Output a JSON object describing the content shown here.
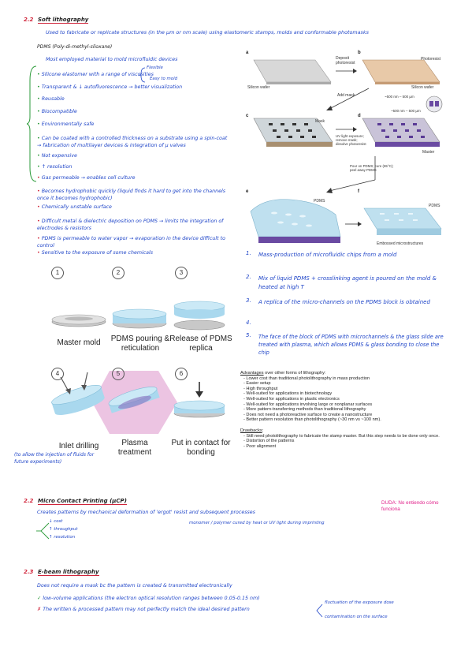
{
  "sec22a": {
    "num": "2.2",
    "title": "Soft lithography",
    "intro": "Used to fabricate or replicate structures (in the µm or nm scale) using elastomeric stamps, molds and conformable photomasks"
  },
  "pdms": {
    "heading": "PDMS (Poly-di-methyl-siloxane)",
    "lead": "Most employed material to mold microfluidic devices",
    "items": [
      "Silicone elastomer with a range of viscosities",
      "Transparent & ↓ autofluorescence → better visualization",
      "Reusable",
      "Biocompatible",
      "Environmentally safe",
      "Can be coated with a controlled thickness on a substrate using a spin-coat → fabrication of multilayer devices & integration of µ valves",
      "Not expensive",
      "↑ resolution"
    ],
    "side_notes": [
      "Flexible",
      "Easy to mold"
    ],
    "cons": [
      "Gas permeable → enables cell culture",
      "Becomes hydrophobic quickly (liquid finds it hard to get into the channels once it becomes hydrophobic)",
      "Chemically unstable surface",
      "Difficult metal & dielectric deposition on PDMS → limits the integration of electrodes & resistors",
      "PDMS is permeable to water vapor → evaporation in the device difficult to control",
      "Sensitive to the exposure of some chemicals"
    ]
  },
  "figure": {
    "silicon_wafer": "Silicon wafer",
    "deposit": "Deposit photoresist",
    "photoresist": "Photoresist",
    "silicon_wafer2": "Silicon wafer",
    "add_mask": "Add mask",
    "dim1": "~500 nm – 500 µm",
    "dim2": "~500 nm – 500 µm",
    "mask": "Mask",
    "uv": "UV light exposure; remove mask; dissolve photoresist",
    "master": "Master",
    "pour": "Pour on PDMS; cure (65°C); peel away PDMS",
    "pdms": "PDMS",
    "pdms2": "PDMS",
    "embossed": "Embossed microstructures",
    "letters": [
      "a",
      "b",
      "c",
      "d",
      "e",
      "f"
    ]
  },
  "steps": [
    {
      "n": "1.",
      "text": "Mass-production of microfluidic chips from a mold"
    },
    {
      "n": "2.",
      "text": "Mix of liquid PDMS + crosslinking agent is poured on the mold & heated at high T"
    },
    {
      "n": "3.",
      "text": "A replica of the micro-channels on the PDMS block is obtained"
    },
    {
      "n": "4.",
      "text": ""
    },
    {
      "n": "5.",
      "text": "The face of the block of PDMS with microchannels & the glass slide are treated with plasma, which allows PDMS & glass bonding to close the chip"
    }
  ],
  "process": {
    "nums": [
      "1",
      "2",
      "3",
      "4",
      "5",
      "6"
    ],
    "labels": [
      "Master mold",
      "PDMS pouring & reticulation",
      "Release of PDMS replica",
      "Inlet drilling",
      "Plasma treatment",
      "Put in contact for bonding"
    ],
    "drill_note": "(to allow the injection of fluids for future experiments)"
  },
  "advantages": {
    "title": "Advantages",
    "title_rest": " over other forms of lithography:",
    "items": [
      "Lower cost than traditional photolithography in mass production",
      "Easier setup",
      "High throughput",
      "Well-suited for applications in biotechnology",
      "Well-suited for applications in plastic electronics",
      "Well-suited for applications involving large or nonplanar surfaces",
      "More pattern-transferring methods than traditional lithography",
      "Does not need a photoreactive surface to create a nanostructure",
      "Better pattern resolution than photolithography (~30 nm vs ~100 nm)."
    ]
  },
  "drawbacks": {
    "title": "Drawbacks",
    "items": [
      "Still need photolithography to fabricate the stamp master. But this step needs to be done only once.",
      "Distortion of the patterns",
      "Poor alignment"
    ]
  },
  "sec22b": {
    "num": "2.2",
    "title": "Micro Contact Printing (µCP)",
    "intro": "Creates patterns by mechanical deformation of 'ergot' resist and subsequent processes",
    "list": [
      "↓ cost",
      "↑ throughput",
      "↑ resolution"
    ],
    "note": "monomer / polymer cured by heat or UV light during imprinting",
    "doubt": "DUDA: No entiendo cómo funciona"
  },
  "sec23": {
    "num": "2.3",
    "title": "E-beam lithography",
    "intro": "Does not require a mask bc the pattern is created & transmitted electronically",
    "pro": "low-volume applications (the electron optical resolution ranges between 0.05-0.15 nm)",
    "con": "The written & processed pattern may not perfectly match the ideal desired pattern",
    "reasons": [
      "fluctuation of the exposure dose",
      "contamination on the surface"
    ]
  }
}
